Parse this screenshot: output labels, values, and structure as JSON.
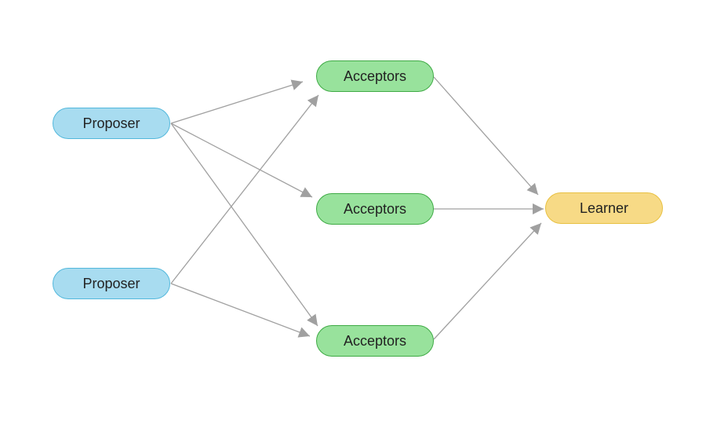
{
  "diagram": {
    "nodes": [
      {
        "id": "p1",
        "kind": "proposer",
        "label": "Proposer"
      },
      {
        "id": "p2",
        "kind": "proposer",
        "label": "Proposer"
      },
      {
        "id": "a1",
        "kind": "acceptor",
        "label": "Acceptors"
      },
      {
        "id": "a2",
        "kind": "acceptor",
        "label": "Acceptors"
      },
      {
        "id": "a3",
        "kind": "acceptor",
        "label": "Acceptors"
      },
      {
        "id": "l1",
        "kind": "learner",
        "label": "Learner"
      }
    ],
    "edges": [
      {
        "from": "p1",
        "to": "a1"
      },
      {
        "from": "p1",
        "to": "a2"
      },
      {
        "from": "p1",
        "to": "a3"
      },
      {
        "from": "p2",
        "to": "a1"
      },
      {
        "from": "p2",
        "to": "a3"
      },
      {
        "from": "a1",
        "to": "l1"
      },
      {
        "from": "a2",
        "to": "l1"
      },
      {
        "from": "a3",
        "to": "l1"
      }
    ],
    "colors": {
      "proposer_fill": "#a8dcf0",
      "proposer_border": "#52b8dc",
      "acceptor_fill": "#98e29c",
      "acceptor_border": "#3eaa44",
      "learner_fill": "#f7da86",
      "learner_border": "#e8c040",
      "edge": "#a0a0a0"
    }
  }
}
